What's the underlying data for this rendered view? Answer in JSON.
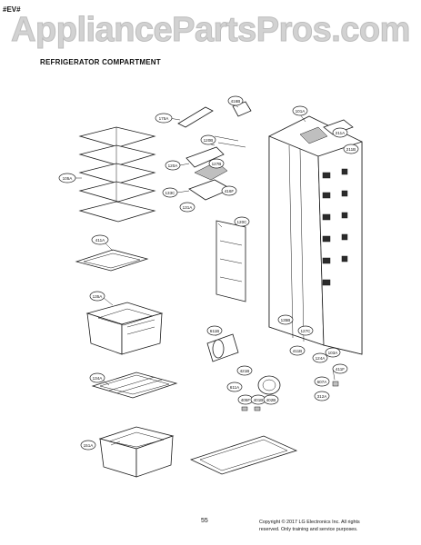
{
  "page": {
    "top_tag": "#EV#",
    "watermark": "AppliancePartsPros.com",
    "section_title": "REFRIGERATOR COMPARTMENT",
    "page_number": "55",
    "copyright_line1": "Copyright © 2017 LG Electronics Inc. All rights",
    "copyright_line2": "reserved. Only training and service purposes."
  },
  "callouts": [
    "105A",
    "411A",
    "175A",
    "416B",
    "120B",
    "120A",
    "151A",
    "135A",
    "133C",
    "134A",
    "131A",
    "416F",
    "127B",
    "120C",
    "611B",
    "421B",
    "405F",
    "401B",
    "402B",
    "607A",
    "312A",
    "135B",
    "127C",
    "124A",
    "211A",
    "211B",
    "101A",
    "411B",
    "411F",
    "611A",
    "103A"
  ]
}
